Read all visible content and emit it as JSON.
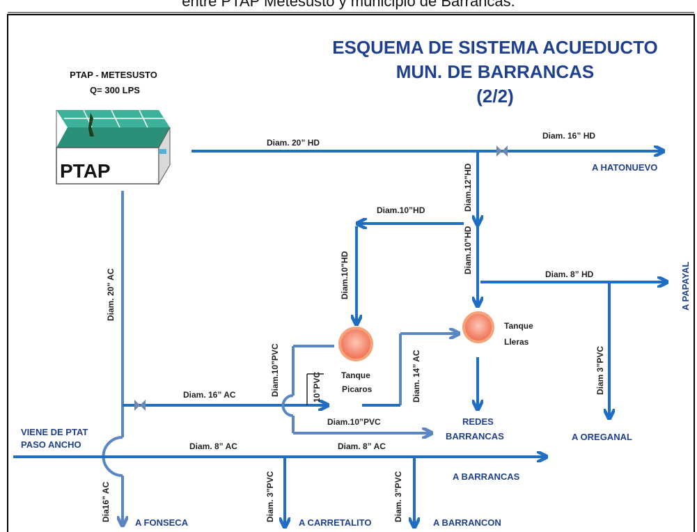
{
  "caption": "entre PTAP Metesusto y municipio de Barrancas.",
  "title": {
    "line1": "ESQUEMA DE SISTEMA ACUEDUCTO",
    "line2": "MUN. DE BARRANCAS",
    "line3": "(2/2)"
  },
  "plant": {
    "name": "PTAP - METESUSTO",
    "flow": "Q= 300 LPS",
    "sign": "PTAP"
  },
  "pipes": {
    "main_top": "Diam. 20” HD",
    "to_hatonuevo": "Diam. 16” HD",
    "down_12": "Diam.12”HD",
    "branch_10hd": "Diam.10”HD",
    "down_picaros": "Diam.10”HD",
    "down_lleras": "Diam.10”HD",
    "to_papayal": "Diam. 8” HD",
    "to_oreganal": "Diam 3”PVC",
    "vertical_20ac": "Diam. 20” AC",
    "mid_16ac": "Diam. 16” AC",
    "vert_10pvc": "Diam.10”PVC",
    "short_10pvc": "10”PVC",
    "up_14ac": "Diam. 14” AC",
    "to_redes_10pvc": "Diam.10”PVC",
    "bottom_8ac_left": "Diam. 8” AC",
    "bottom_8ac_right": "Diam. 8” AC",
    "down_fonseca": "Dia16” AC",
    "down_carretalito": "Diam. 3”PVC",
    "down_barrancon": "Diam. 3”PVC"
  },
  "tanks": {
    "picaros_line1": "Tanque",
    "picaros_line2": "Picaros",
    "lleras_line1": "Tanque",
    "lleras_line2": "Lleras"
  },
  "destinations": {
    "hatonuevo": "A HATONUEVO",
    "papayal": "A PAPAYAL",
    "redes_line1": "REDES",
    "redes_line2": "BARRANCAS",
    "oreganal": "A OREGANAL",
    "barrancas": "A BARRANCAS",
    "fonseca": "A FONSECA",
    "carretalito": "A CARRETALITO",
    "barrancon": "A BARRANCON",
    "ptat_line1": "VIENE DE PTAT",
    "ptat_line2": "PASO ANCHO"
  },
  "colors": {
    "pipe": "#1f6ec4",
    "pipe_light": "#5b86c4",
    "text_blue": "#1f3f8f",
    "tank_fill": "#f28a6b",
    "tank_stroke": "#f5a37a",
    "plant_roof": "#3cb29a"
  }
}
